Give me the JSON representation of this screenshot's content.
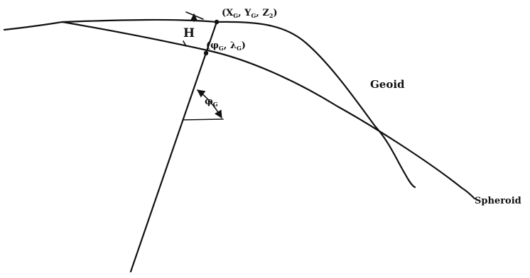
{
  "labels": {
    "point_xyz": {
      "open": "(",
      "x": "X",
      "x_sub": "G",
      "sep1": ", ",
      "y": "Y",
      "y_sub": "G",
      "sep2": ", ",
      "z": "Z",
      "z_sub": "2",
      "close": ")"
    },
    "point_geodetic": {
      "open": "(",
      "phi": "φ",
      "phi_sub": "G",
      "sep": ", ",
      "lambda": "λ",
      "lambda_sub": "G",
      "close": ")"
    },
    "height": "H",
    "latitude": {
      "phi": "φ",
      "phi_sub": "G"
    },
    "geoid": "Geoid",
    "spheroid": "Spheroid"
  },
  "colors": {
    "ink": "#111111",
    "background": "#ffffff"
  }
}
